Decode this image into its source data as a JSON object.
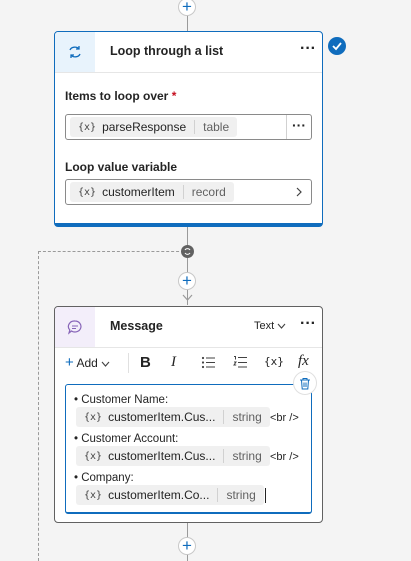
{
  "loop_card": {
    "title": "Loop through a list",
    "items_label": "Items to loop over",
    "required_mark": "*",
    "items_var": {
      "name": "parseResponse",
      "type": "table"
    },
    "loop_value_label": "Loop value variable",
    "loop_var": {
      "name": "customerItem",
      "type": "record"
    }
  },
  "message_card": {
    "title": "Message",
    "format": "Text",
    "toolbar": {
      "add": "Add",
      "bold": "B",
      "italic": "I",
      "var": "{x}",
      "fx": "fx"
    },
    "var_icon": "{x}",
    "lines": [
      {
        "bullet": "• Customer Name:",
        "var": "customerItem.Cus...",
        "type": "string",
        "br": "<br />"
      },
      {
        "bullet": "• Customer Account:",
        "var": "customerItem.Cus...",
        "type": "string",
        "br": "<br />"
      },
      {
        "bullet": "• Company:",
        "var": "customerItem.Co...",
        "type": "string",
        "br": ""
      }
    ]
  },
  "colors": {
    "accent": "#0f6cbd",
    "purple": "#8764b8"
  },
  "icons": [
    "loop-icon",
    "more-icon",
    "check-icon",
    "chevron-right-icon",
    "message-icon",
    "chevron-down-icon",
    "plus-icon",
    "bullet-list-icon",
    "numbered-list-icon",
    "delete-icon"
  ]
}
